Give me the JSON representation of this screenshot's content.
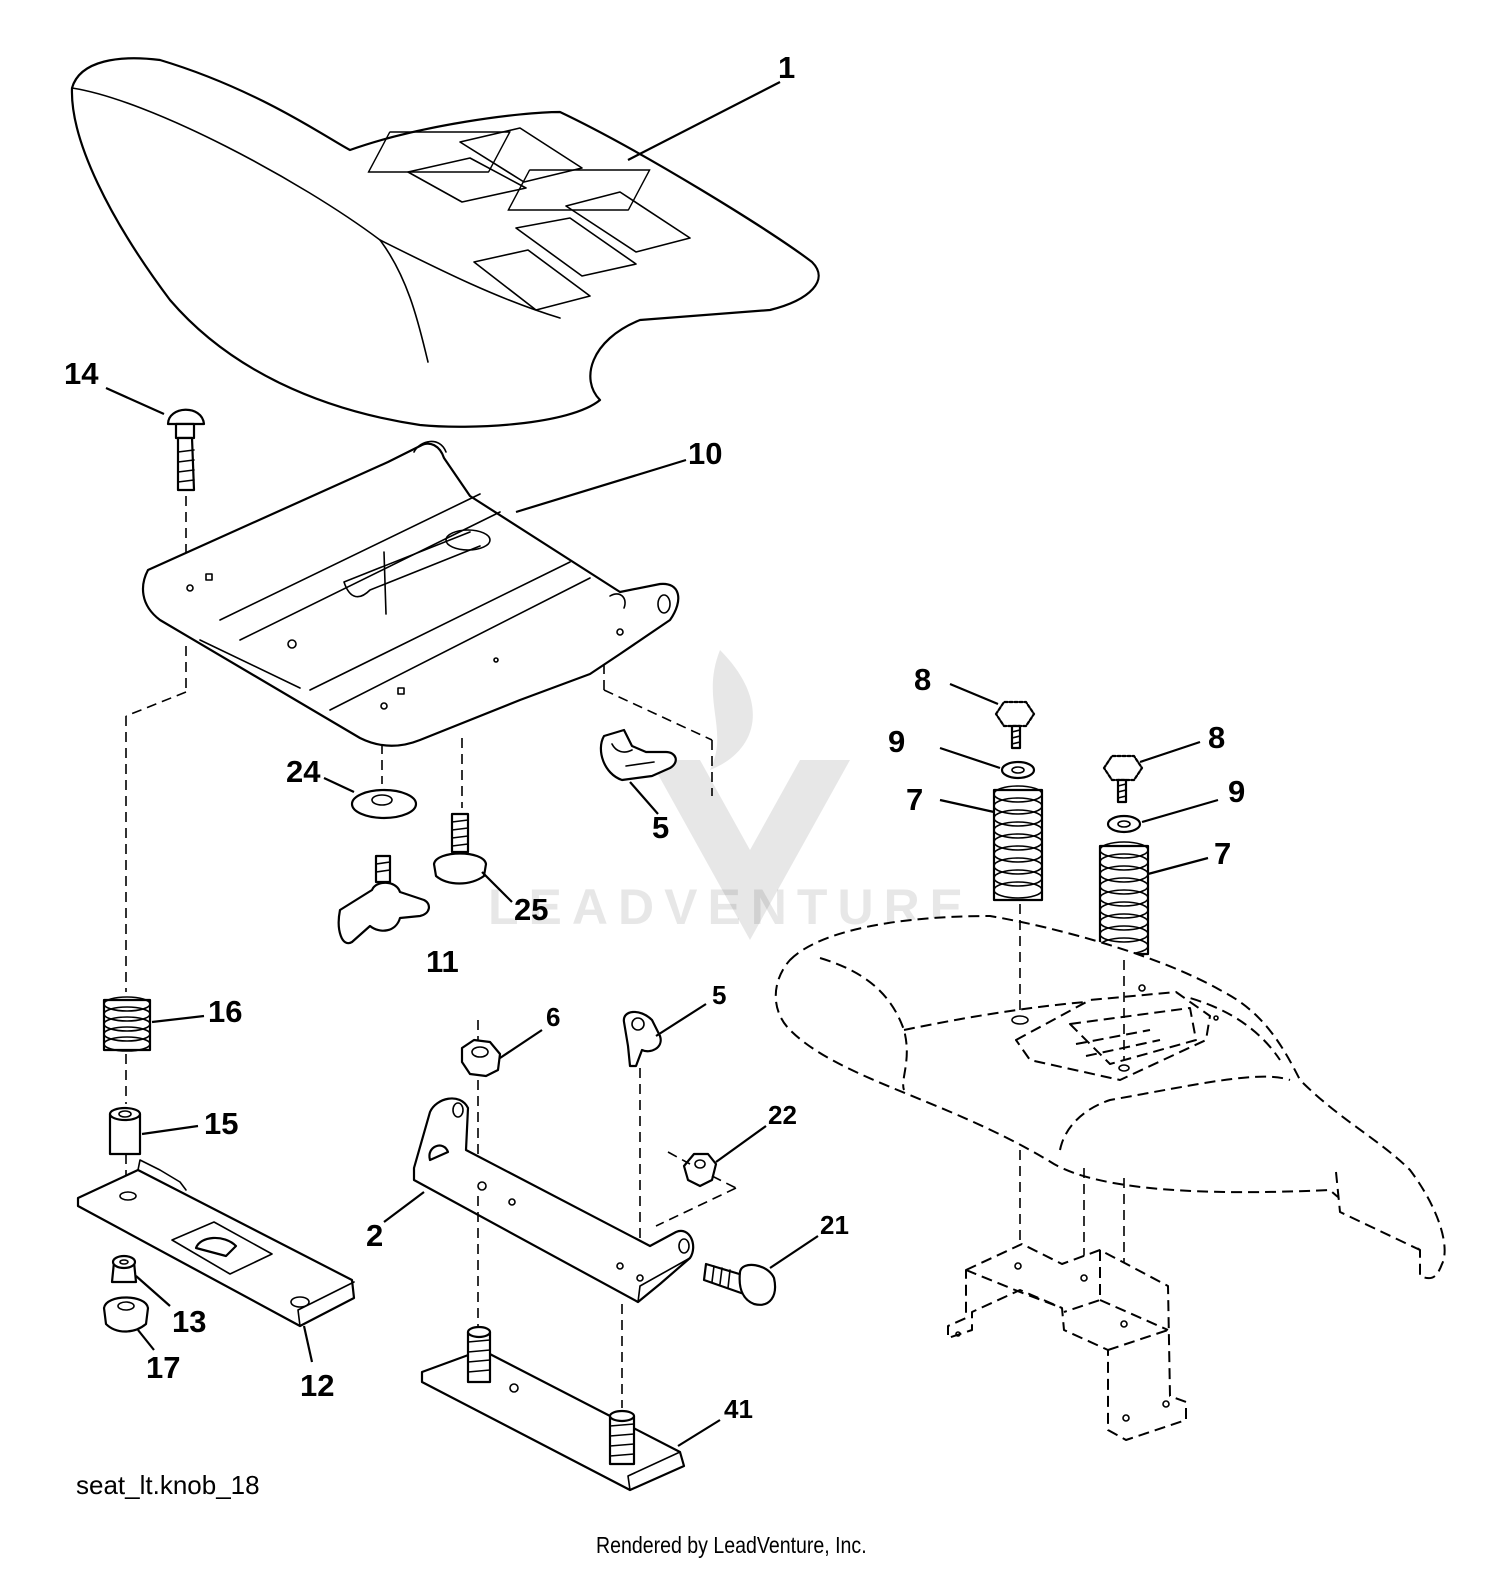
{
  "figure": {
    "callouts": {
      "c1": "1",
      "c2": "2",
      "c5a": "5",
      "c5b": "5",
      "c6": "6",
      "c7a": "7",
      "c7b": "7",
      "c8a": "8",
      "c8b": "8",
      "c9a": "9",
      "c9b": "9",
      "c10": "10",
      "c11": "11",
      "c12": "12",
      "c13": "13",
      "c14": "14",
      "c15": "15",
      "c16": "16",
      "c17": "17",
      "c21": "21",
      "c22": "22",
      "c24": "24",
      "c25": "25",
      "c41": "41"
    },
    "figure_id": "seat_lt.knob_18",
    "credit": "Rendered by LeadVenture, Inc.",
    "watermark": "LEADVENTURE"
  },
  "colors": {
    "line": "#000000",
    "background": "#ffffff"
  }
}
